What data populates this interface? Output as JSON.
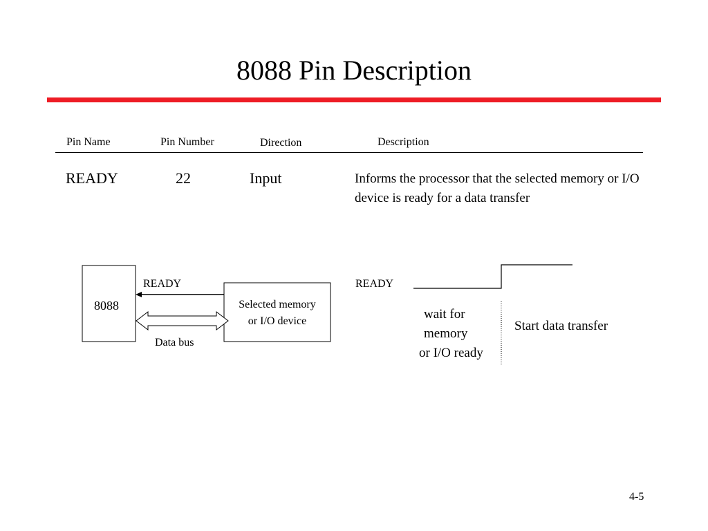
{
  "slide": {
    "title": "8088 Pin Description",
    "page_number": "4-5",
    "accent_color": "#ee1c25"
  },
  "table": {
    "headers": {
      "pin_name": "Pin Name",
      "pin_number": "Pin Number",
      "direction": "Direction",
      "description": "Description"
    },
    "row": {
      "pin_name": "READY",
      "pin_number": "22",
      "direction": "Input",
      "description": "Informs the processor that the selected memory or I/O device is ready for a data transfer"
    }
  },
  "block_diagram": {
    "cpu_label": "8088",
    "ready_label": "READY",
    "device_line1": "Selected memory",
    "device_line2": "or I/O device",
    "data_bus_label": "Data bus"
  },
  "timing_diagram": {
    "signal_label": "READY",
    "wait_line1": "wait for",
    "wait_line2": "memory",
    "wait_line3": "or I/O ready",
    "start_label": "Start data transfer"
  }
}
